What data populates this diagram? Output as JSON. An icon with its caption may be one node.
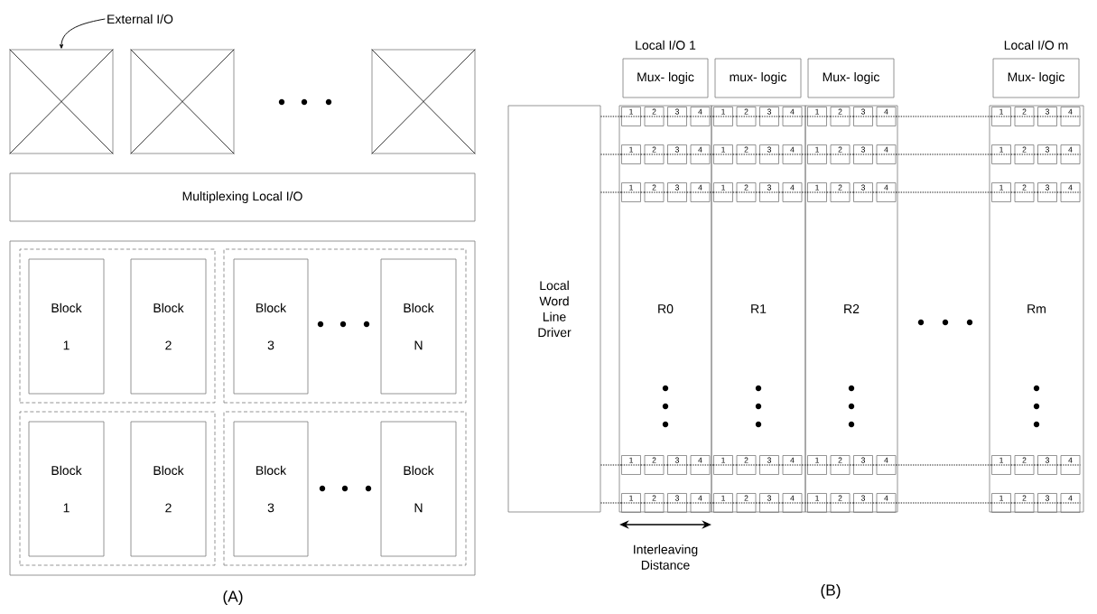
{
  "diagram": {
    "nodes": [
      {
        "text": [
          "External I/O"
        ]
      },
      {
        "text": [],
        "shape": "box"
      },
      {
        "text": [],
        "shape": "box"
      },
      {
        "text": [],
        "shape": "box"
      },
      {
        "text": [
          "Multiplexing Local I/O"
        ]
      },
      {
        "text": [],
        "shape": "box"
      },
      {
        "text": [],
        "shape": "box",
        "in": 5
      },
      {
        "text": [
          "Block",
          "1"
        ],
        "in": 6
      },
      {
        "text": [
          "Block",
          "2"
        ],
        "in": 6
      },
      {
        "text": [],
        "shape": "box",
        "in": 5
      },
      {
        "text": [
          "Block",
          "3"
        ],
        "in": 9
      },
      {
        "text": [
          "Block",
          "N"
        ],
        "in": 9
      },
      {
        "text": [],
        "shape": "box",
        "in": 5
      },
      {
        "text": [
          "Block",
          "1"
        ],
        "in": 12
      },
      {
        "text": [
          "Block",
          "2"
        ],
        "in": 12
      },
      {
        "text": [],
        "shape": "box",
        "in": 5
      },
      {
        "text": [
          "Block",
          "3"
        ],
        "in": 15
      },
      {
        "text": [
          "Block",
          "N"
        ],
        "in": 15
      },
      {
        "text": [
          "Mux- logic"
        ],
        "beside": [
          "Local I/O 1"
        ]
      },
      {
        "text": [
          "mux- logic"
        ]
      },
      {
        "text": [
          "Mux- logic"
        ]
      },
      {
        "text": [
          "Mux- logic"
        ],
        "beside": [
          "Local I/O m"
        ]
      },
      {
        "text": [
          "Local Word Line Driver"
        ]
      },
      {
        "text": [
          "R0"
        ]
      },
      {
        "text": [
          "1"
        ],
        "in": 23
      },
      {
        "text": [
          "2"
        ],
        "in": 23
      },
      {
        "text": [
          "3"
        ],
        "in": 23
      },
      {
        "text": [
          "4"
        ],
        "in": 23
      },
      {
        "text": [
          "1"
        ],
        "in": 23
      },
      {
        "text": [
          "2"
        ],
        "in": 23
      },
      {
        "text": [
          "3"
        ],
        "in": 23
      },
      {
        "text": [
          "4"
        ],
        "in": 23
      },
      {
        "text": [
          "1"
        ],
        "in": 23
      },
      {
        "text": [
          "2"
        ],
        "in": 23
      },
      {
        "text": [
          "3"
        ],
        "in": 23
      },
      {
        "text": [
          "4"
        ],
        "in": 23
      },
      {
        "text": [
          "1"
        ],
        "in": 23
      },
      {
        "text": [
          "2"
        ],
        "in": 23
      },
      {
        "text": [
          "3"
        ],
        "in": 23
      },
      {
        "text": [
          "4"
        ],
        "in": 23
      },
      {
        "text": [
          "1"
        ],
        "in": 23
      },
      {
        "text": [
          "2"
        ],
        "in": 23
      },
      {
        "text": [
          "3"
        ],
        "in": 23
      },
      {
        "text": [
          "4"
        ],
        "in": 23
      },
      {
        "text": [
          "R1"
        ]
      },
      {
        "text": [
          "1"
        ],
        "in": 44
      },
      {
        "text": [
          "2"
        ],
        "in": 44
      },
      {
        "text": [
          "3"
        ],
        "in": 44
      },
      {
        "text": [
          "4"
        ],
        "in": 44
      },
      {
        "text": [
          "1"
        ],
        "in": 44
      },
      {
        "text": [
          "2"
        ],
        "in": 44
      },
      {
        "text": [
          "3"
        ],
        "in": 44
      },
      {
        "text": [
          "4"
        ],
        "in": 44
      },
      {
        "text": [
          "1"
        ],
        "in": 44
      },
      {
        "text": [
          "2"
        ],
        "in": 44
      },
      {
        "text": [
          "3"
        ],
        "in": 44
      },
      {
        "text": [
          "4"
        ],
        "in": 44
      },
      {
        "text": [
          "1"
        ],
        "in": 44
      },
      {
        "text": [
          "2"
        ],
        "in": 44
      },
      {
        "text": [
          "3"
        ],
        "in": 44
      },
      {
        "text": [
          "4"
        ],
        "in": 44
      },
      {
        "text": [
          "1"
        ],
        "in": 44
      },
      {
        "text": [
          "2"
        ],
        "in": 44
      },
      {
        "text": [
          "3"
        ],
        "in": 44
      },
      {
        "text": [
          "4"
        ],
        "in": 44
      },
      {
        "text": [
          "R2"
        ]
      },
      {
        "text": [
          "1"
        ],
        "in": 65
      },
      {
        "text": [
          "2"
        ],
        "in": 65
      },
      {
        "text": [
          "3"
        ],
        "in": 65
      },
      {
        "text": [
          "4"
        ],
        "in": 65
      },
      {
        "text": [
          "1"
        ],
        "in": 65
      },
      {
        "text": [
          "2"
        ],
        "in": 65
      },
      {
        "text": [
          "3"
        ],
        "in": 65
      },
      {
        "text": [
          "4"
        ],
        "in": 65
      },
      {
        "text": [
          "1"
        ],
        "in": 65
      },
      {
        "text": [
          "2"
        ],
        "in": 65
      },
      {
        "text": [
          "3"
        ],
        "in": 65
      },
      {
        "text": [
          "4"
        ],
        "in": 65
      },
      {
        "text": [
          "1"
        ],
        "in": 65
      },
      {
        "text": [
          "2"
        ],
        "in": 65
      },
      {
        "text": [
          "3"
        ],
        "in": 65
      },
      {
        "text": [
          "4"
        ],
        "in": 65
      },
      {
        "text": [
          "1"
        ],
        "in": 65
      },
      {
        "text": [
          "2"
        ],
        "in": 65
      },
      {
        "text": [
          "3"
        ],
        "in": 65
      },
      {
        "text": [
          "4"
        ],
        "in": 65
      },
      {
        "text": [
          "Rm"
        ]
      },
      {
        "text": [
          "1"
        ],
        "in": 86
      },
      {
        "text": [
          "2"
        ],
        "in": 86
      },
      {
        "text": [
          "3"
        ],
        "in": 86
      },
      {
        "text": [
          "4"
        ],
        "in": 86
      },
      {
        "text": [
          "1"
        ],
        "in": 86
      },
      {
        "text": [
          "2"
        ],
        "in": 86
      },
      {
        "text": [
          "3"
        ],
        "in": 86
      },
      {
        "text": [
          "4"
        ],
        "in": 86
      },
      {
        "text": [
          "1"
        ],
        "in": 86
      },
      {
        "text": [
          "2"
        ],
        "in": 86
      },
      {
        "text": [
          "3"
        ],
        "in": 86
      },
      {
        "text": [
          "4"
        ],
        "in": 86
      },
      {
        "text": [
          "1"
        ],
        "in": 86
      },
      {
        "text": [
          "2"
        ],
        "in": 86
      },
      {
        "text": [
          "3"
        ],
        "in": 86
      },
      {
        "text": [
          "4"
        ],
        "in": 86
      },
      {
        "text": [
          "1"
        ],
        "in": 86
      },
      {
        "text": [
          "2"
        ],
        "in": 86
      },
      {
        "text": [
          "3"
        ],
        "in": 86
      },
      {
        "text": [
          "4"
        ],
        "in": 86
      }
    ],
    "edges": [
      {
        "from": 0,
        "to": 1,
        "arrow": "to"
      },
      {
        "from": 22,
        "to": 24,
        "arrow": "none",
        "style": "dashed"
      },
      {
        "from": 24,
        "to": 25,
        "arrow": "none",
        "style": "dashed"
      },
      {
        "from": 25,
        "to": 26,
        "arrow": "none",
        "style": "dashed"
      },
      {
        "from": 26,
        "to": 27,
        "arrow": "none",
        "style": "dashed"
      },
      {
        "from": 27,
        "to": 45,
        "arrow": "none",
        "style": "dashed"
      },
      {
        "from": 45,
        "to": 46,
        "arrow": "none",
        "style": "dashed"
      },
      {
        "from": 46,
        "to": 47,
        "arrow": "none",
        "style": "dashed"
      },
      {
        "from": 47,
        "to": 48,
        "arrow": "none",
        "style": "dashed"
      },
      {
        "from": 48,
        "to": 66,
        "arrow": "none",
        "style": "dashed"
      },
      {
        "from": 66,
        "to": 67,
        "arrow": "none",
        "style": "dashed"
      },
      {
        "from": 67,
        "to": 68,
        "arrow": "none",
        "style": "dashed"
      },
      {
        "from": 68,
        "to": 69,
        "arrow": "none",
        "style": "dashed"
      },
      {
        "from": 69,
        "to": 87,
        "arrow": "none",
        "style": "dashed"
      },
      {
        "from": 87,
        "to": 88,
        "arrow": "none",
        "style": "dashed"
      },
      {
        "from": 88,
        "to": 89,
        "arrow": "none",
        "style": "dashed"
      },
      {
        "from": 89,
        "to": 90,
        "arrow": "none",
        "style": "dashed"
      },
      {
        "from": 22,
        "to": 28,
        "arrow": "none",
        "style": "dashed"
      },
      {
        "from": 28,
        "to": 29,
        "arrow": "none",
        "style": "dashed"
      },
      {
        "from": 29,
        "to": 30,
        "arrow": "none",
        "style": "dashed"
      },
      {
        "from": 30,
        "to": 31,
        "arrow": "none",
        "style": "dashed"
      },
      {
        "from": 31,
        "to": 49,
        "arrow": "none",
        "style": "dashed"
      },
      {
        "from": 49,
        "to": 50,
        "arrow": "none",
        "style": "dashed"
      },
      {
        "from": 50,
        "to": 51,
        "arrow": "none",
        "style": "dashed"
      },
      {
        "from": 51,
        "to": 52,
        "arrow": "none",
        "style": "dashed"
      },
      {
        "from": 52,
        "to": 70,
        "arrow": "none",
        "style": "dashed"
      },
      {
        "from": 70,
        "to": 71,
        "arrow": "none",
        "style": "dashed"
      },
      {
        "from": 71,
        "to": 72,
        "arrow": "none",
        "style": "dashed"
      },
      {
        "from": 72,
        "to": 73,
        "arrow": "none",
        "style": "dashed"
      },
      {
        "from": 73,
        "to": 91,
        "arrow": "none",
        "style": "dashed"
      },
      {
        "from": 91,
        "to": 92,
        "arrow": "none",
        "style": "dashed"
      },
      {
        "from": 92,
        "to": 93,
        "arrow": "none",
        "style": "dashed"
      },
      {
        "from": 93,
        "to": 94,
        "arrow": "none",
        "style": "dashed"
      },
      {
        "from": 22,
        "to": 32,
        "arrow": "none",
        "style": "dashed"
      },
      {
        "from": 32,
        "to": 33,
        "arrow": "none",
        "style": "dashed"
      },
      {
        "from": 33,
        "to": 34,
        "arrow": "none",
        "style": "dashed"
      },
      {
        "from": 34,
        "to": 35,
        "arrow": "none",
        "style": "dashed"
      },
      {
        "from": 35,
        "to": 53,
        "arrow": "none",
        "style": "dashed"
      },
      {
        "from": 53,
        "to": 54,
        "arrow": "none",
        "style": "dashed"
      },
      {
        "from": 54,
        "to": 55,
        "arrow": "none",
        "style": "dashed"
      },
      {
        "from": 55,
        "to": 56,
        "arrow": "none",
        "style": "dashed"
      },
      {
        "from": 56,
        "to": 74,
        "arrow": "none",
        "style": "dashed"
      },
      {
        "from": 74,
        "to": 75,
        "arrow": "none",
        "style": "dashed"
      },
      {
        "from": 75,
        "to": 76,
        "arrow": "none",
        "style": "dashed"
      },
      {
        "from": 76,
        "to": 77,
        "arrow": "none",
        "style": "dashed"
      },
      {
        "from": 77,
        "to": 95,
        "arrow": "none",
        "style": "dashed"
      },
      {
        "from": 95,
        "to": 96,
        "arrow": "none",
        "style": "dashed"
      },
      {
        "from": 96,
        "to": 97,
        "arrow": "none",
        "style": "dashed"
      },
      {
        "from": 97,
        "to": 98,
        "arrow": "none",
        "style": "dashed"
      },
      {
        "from": 22,
        "to": 36,
        "arrow": "none",
        "style": "dashed"
      },
      {
        "from": 36,
        "to": 37,
        "arrow": "none",
        "style": "dashed"
      },
      {
        "from": 37,
        "to": 38,
        "arrow": "none",
        "style": "dashed"
      },
      {
        "from": 38,
        "to": 39,
        "arrow": "none",
        "style": "dashed"
      },
      {
        "from": 39,
        "to": 57,
        "arrow": "none",
        "style": "dashed"
      },
      {
        "from": 57,
        "to": 58,
        "arrow": "none",
        "style": "dashed"
      },
      {
        "from": 58,
        "to": 59,
        "arrow": "none",
        "style": "dashed"
      },
      {
        "from": 59,
        "to": 60,
        "arrow": "none",
        "style": "dashed"
      },
      {
        "from": 60,
        "to": 78,
        "arrow": "none",
        "style": "dashed"
      },
      {
        "from": 78,
        "to": 79,
        "arrow": "none",
        "style": "dashed"
      },
      {
        "from": 79,
        "to": 80,
        "arrow": "none",
        "style": "dashed"
      },
      {
        "from": 80,
        "to": 81,
        "arrow": "none",
        "style": "dashed"
      },
      {
        "from": 81,
        "to": 99,
        "arrow": "none",
        "style": "dashed"
      },
      {
        "from": 99,
        "to": 100,
        "arrow": "none",
        "style": "dashed"
      },
      {
        "from": 100,
        "to": 101,
        "arrow": "none",
        "style": "dashed"
      },
      {
        "from": 101,
        "to": 102,
        "arrow": "none",
        "style": "dashed"
      },
      {
        "from": 22,
        "to": 40,
        "arrow": "none",
        "style": "dashed"
      },
      {
        "from": 40,
        "to": 41,
        "arrow": "none",
        "style": "dashed"
      },
      {
        "from": 41,
        "to": 42,
        "arrow": "none",
        "style": "dashed"
      },
      {
        "from": 42,
        "to": 43,
        "arrow": "none",
        "style": "dashed"
      },
      {
        "from": 43,
        "to": 61,
        "arrow": "none",
        "style": "dashed"
      },
      {
        "from": 61,
        "to": 62,
        "arrow": "none",
        "style": "dashed"
      },
      {
        "from": 62,
        "to": 63,
        "arrow": "none",
        "style": "dashed"
      },
      {
        "from": 63,
        "to": 64,
        "arrow": "none",
        "style": "dashed"
      },
      {
        "from": 64,
        "to": 82,
        "arrow": "none",
        "style": "dashed"
      },
      {
        "from": 82,
        "to": 83,
        "arrow": "none",
        "style": "dashed"
      },
      {
        "from": 83,
        "to": 84,
        "arrow": "none",
        "style": "dashed"
      },
      {
        "from": 84,
        "to": 85,
        "arrow": "none",
        "style": "dashed"
      },
      {
        "from": 85,
        "to": 103,
        "arrow": "none",
        "style": "dashed"
      },
      {
        "from": 103,
        "to": 104,
        "arrow": "none",
        "style": "dashed"
      },
      {
        "from": 104,
        "to": 105,
        "arrow": "none",
        "style": "dashed"
      },
      {
        "from": 105,
        "to": 106,
        "arrow": "none",
        "style": "dashed"
      }
    ],
    "labels": [
      "Interleaving Distance",
      "(A)",
      "(B)"
    ]
  }
}
